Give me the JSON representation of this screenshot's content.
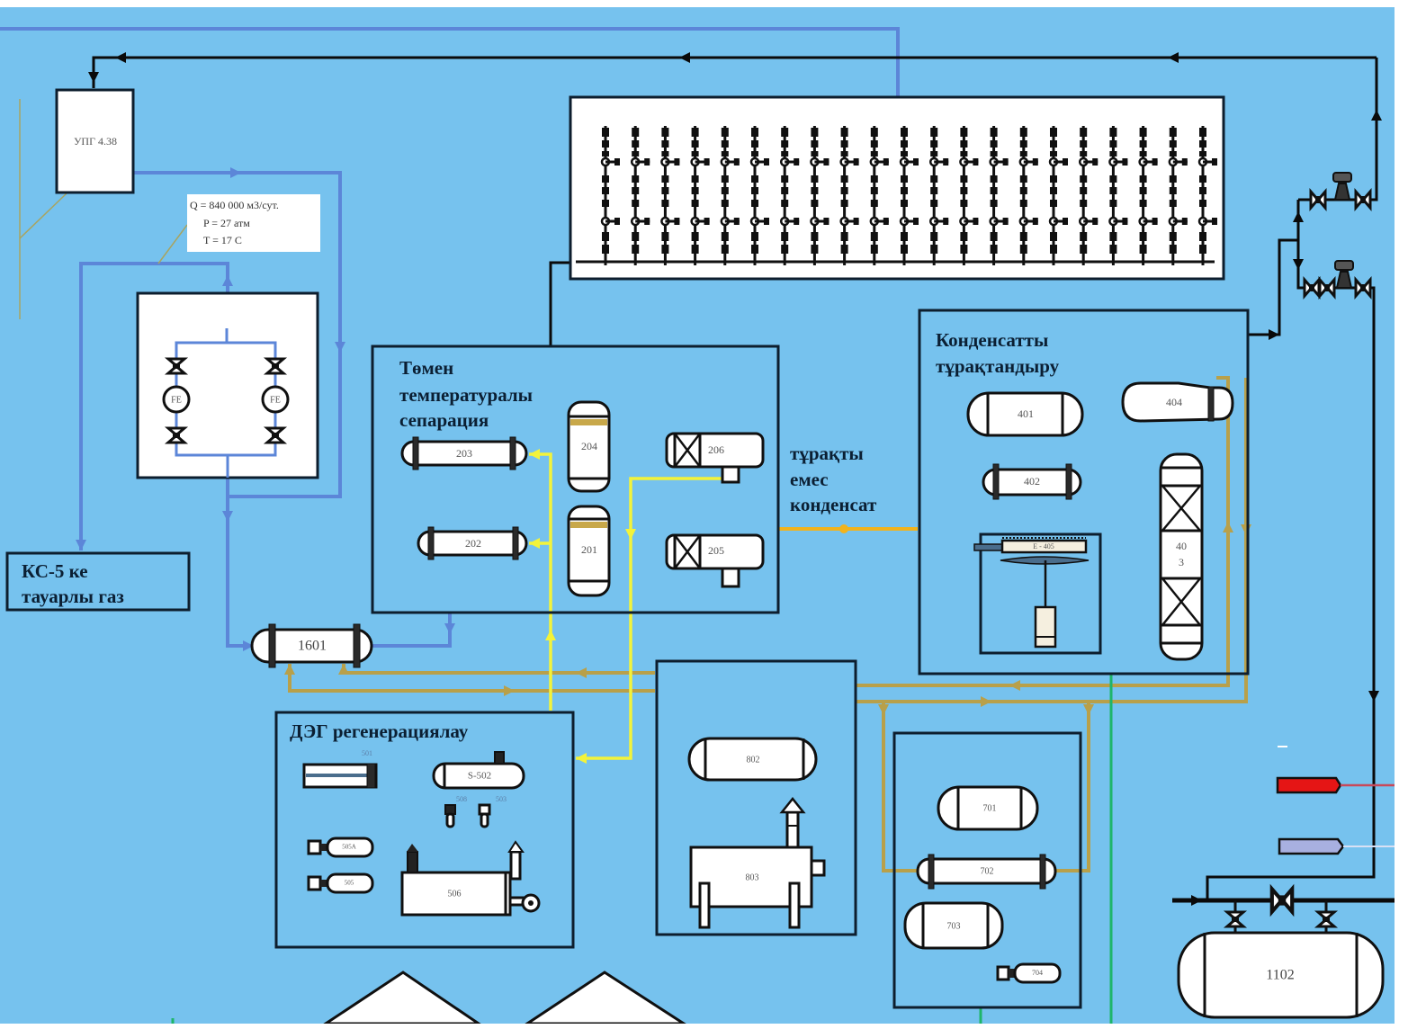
{
  "diagram": {
    "type": "process-flow-diagram",
    "colors": {
      "background": "#76c2ee",
      "gas_line": "#5c86d8",
      "process_line": "#0a0a0a",
      "heat_medium_line": "#b8a04a",
      "deg_line": "#f3f33a",
      "condensate_line": "#f2b31c",
      "green_line": "#1fb56a",
      "red_marker": "#e51515",
      "lavender_marker": "#a8b0e0"
    }
  },
  "units": {
    "upg": {
      "label": "УПГ 4.38"
    },
    "gas_params": {
      "flow": "Q = 840 000 м3/сут.",
      "pressure": "P = 27 атм",
      "temperature": "T = 17 C"
    },
    "metering": {
      "fe_left": "FE",
      "fe_right": "FE"
    },
    "export_gas": {
      "line1": "КС-5 ке",
      "line2": "тауарлы газ"
    },
    "manifold": {
      "branch_count": 21
    },
    "lts": {
      "title_lines": [
        "Төмен",
        "температуралы",
        "сепарация"
      ],
      "equipment": [
        "203",
        "202",
        "204",
        "201",
        "206",
        "205"
      ]
    },
    "unstable_condensate": {
      "lines": [
        "тұрақты",
        "емес",
        "конденсат"
      ]
    },
    "stabilization": {
      "title_lines": [
        "Конденсатты",
        "тұрақтандыру"
      ],
      "equipment": [
        "401",
        "402",
        "404",
        "40\n3"
      ],
      "tag_403_line1": "40",
      "tag_403_line2": "3",
      "air_cooler": "Е - 405"
    },
    "exchanger_1601": {
      "label": "1601"
    },
    "deg_regeneration": {
      "title": "ДЭГ регенерациялау",
      "equipment": {
        "e501": "501",
        "s502": "S-502",
        "p508": "508",
        "p503": "503",
        "p505a": "505А",
        "p505": "505",
        "h506": "506"
      }
    },
    "unit_800": {
      "v802": "802",
      "h803": "803"
    },
    "unit_700": {
      "v701": "701",
      "e702": "702",
      "v703": "703",
      "p704": "704"
    },
    "tank_1102": {
      "label": "1102"
    }
  }
}
